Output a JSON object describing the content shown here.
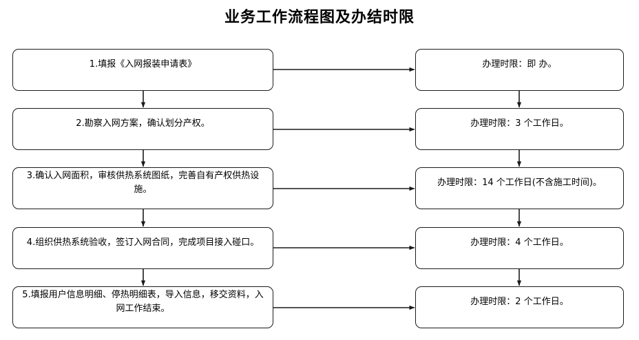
{
  "title": "业务工作流程图及办结时限",
  "flow": {
    "steps": [
      {
        "id": "step-1",
        "label": "1.填报《入网报装申请表》",
        "deadline": "办理时限：即 办。"
      },
      {
        "id": "step-2",
        "label": "2.勘察入网方案，确认划分产权。",
        "deadline": "办理时限：3 个工作日。"
      },
      {
        "id": "step-3",
        "label": "3.确认入网面积，审核供热系统图纸，完善自有产权供热设施。",
        "deadline": "办理时限：14 个工作日(不含施工时间)。"
      },
      {
        "id": "step-4",
        "label": "4.组织供热系统验收，签订入网合同，完成项目接入碰口。",
        "deadline": "办理时限：4 个工作日。"
      },
      {
        "id": "step-5",
        "label": "5.填报用户信息明细、停热明细表，导入信息，移交资料，入网工作结束。",
        "deadline": "办理时限：2 个工作日。"
      }
    ]
  },
  "style": {
    "line_color": "#1a1a1a",
    "text_color": "#000000",
    "background": "#ffffff"
  }
}
